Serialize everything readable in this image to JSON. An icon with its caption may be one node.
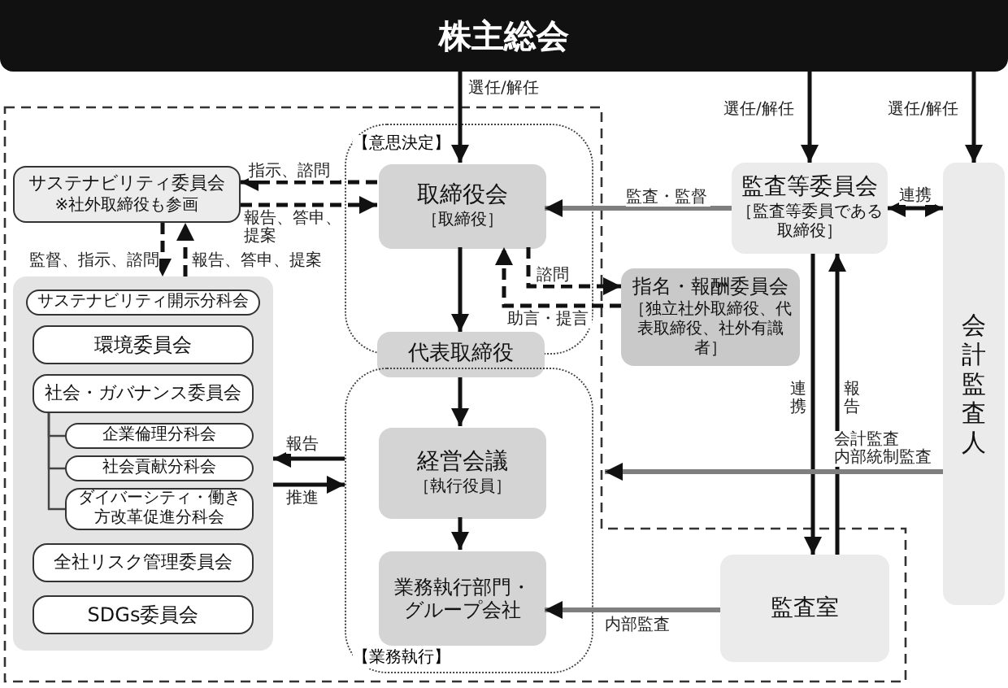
{
  "diagram": {
    "nodes": [
      {
        "text": [
          "株主総会"
        ]
      },
      {
        "text": [],
        "shape": "box"
      },
      {
        "text": [
          "【意思決定】"
        ],
        "in": 1
      },
      {
        "text": [
          "取締役会",
          "［取締役］"
        ],
        "in": 2
      },
      {
        "text": [
          "サステナビリティ委員会",
          "※社外取締役も参画"
        ],
        "in": 1
      },
      {
        "text": [],
        "shape": "box",
        "in": 1
      },
      {
        "text": [
          "サステナビリティ開示分科会"
        ],
        "in": 5
      },
      {
        "text": [
          "環境委員会"
        ],
        "in": 5
      },
      {
        "text": [
          "社会・ガバナンス委員会"
        ],
        "in": 5
      },
      {
        "text": [
          "企業倫理分科会"
        ],
        "in": 5
      },
      {
        "text": [
          "社会貢献分科会"
        ],
        "in": 5
      },
      {
        "text": [
          "ダイバーシティ・働き方改革促進分科会"
        ],
        "in": 5
      },
      {
        "text": [
          "全社リスク管理委員会"
        ],
        "in": 5
      },
      {
        "text": [
          "SDGs委員会"
        ],
        "in": 5
      },
      {
        "text": [
          "代表取締役"
        ],
        "in": 1
      },
      {
        "text": [
          "【業務執行】"
        ],
        "in": 1
      },
      {
        "text": [
          "経営会議",
          "［執行役員］"
        ],
        "in": 15
      },
      {
        "text": [
          "業務執行部門・グループ会社"
        ],
        "in": 15
      },
      {
        "text": [
          "指名・報酬委員会",
          "［独立社外取締役、代表取締役、社外有識者］"
        ]
      },
      {
        "text": [
          "監査等委員会",
          "［監査等委員である取締役］"
        ]
      },
      {
        "text": [
          "会計監査人"
        ]
      },
      {
        "text": [
          "監査室"
        ],
        "in": 1
      }
    ],
    "edges": [
      {
        "from": 0,
        "to": 3,
        "arrow": "to",
        "label": "選任/解任"
      },
      {
        "from": 0,
        "to": 19,
        "arrow": "to",
        "label": "選任/解任"
      },
      {
        "from": 0,
        "to": 20,
        "arrow": "to",
        "label": "選任/解任"
      },
      {
        "from": 3,
        "to": 4,
        "arrow": "to",
        "label": "指示、諮問",
        "style": "dashed"
      },
      {
        "from": 4,
        "to": 3,
        "arrow": "to",
        "label": "報告、答申、提案",
        "style": "dashed"
      },
      {
        "from": 4,
        "to": 5,
        "arrow": "to",
        "label": "監督、指示、諮問",
        "style": "dashed"
      },
      {
        "from": 5,
        "to": 4,
        "arrow": "to",
        "label": "報告、答申、提案",
        "style": "dashed"
      },
      {
        "from": 19,
        "to": 3,
        "arrow": "to",
        "label": "監査・監督",
        "color": "#7f7f7f"
      },
      {
        "from": 3,
        "to": 18,
        "arrow": "to",
        "label": "諮問",
        "style": "dashed"
      },
      {
        "from": 18,
        "to": 3,
        "arrow": "to",
        "label": "助言・提言",
        "style": "dashed"
      },
      {
        "from": 3,
        "to": 14,
        "arrow": "to"
      },
      {
        "from": 14,
        "to": 16,
        "arrow": "to"
      },
      {
        "from": 16,
        "to": 17,
        "arrow": "to"
      },
      {
        "from": 19,
        "to": 20,
        "arrow": "both",
        "label": "連携"
      },
      {
        "from": 19,
        "to": 21,
        "arrow": "to",
        "label": "連携"
      },
      {
        "from": 21,
        "to": 19,
        "arrow": "to",
        "label": "報告"
      },
      {
        "from": 20,
        "to": 1,
        "arrow": "to",
        "label": "会計監査内部統制監査",
        "color": "#7f7f7f"
      },
      {
        "from": 21,
        "to": 17,
        "arrow": "to",
        "label": "内部監査",
        "color": "#7f7f7f"
      },
      {
        "from": 15,
        "to": 5,
        "arrow": "to",
        "label": "報告"
      },
      {
        "from": 5,
        "to": 15,
        "arrow": "to",
        "label": "推進"
      },
      {
        "from": 8,
        "to": 9,
        "arrow": "none",
        "color": "#444444"
      },
      {
        "from": 8,
        "to": 10,
        "arrow": "none",
        "color": "#444444"
      },
      {
        "from": 8,
        "to": 11,
        "arrow": "none",
        "color": "#444444"
      }
    ]
  }
}
